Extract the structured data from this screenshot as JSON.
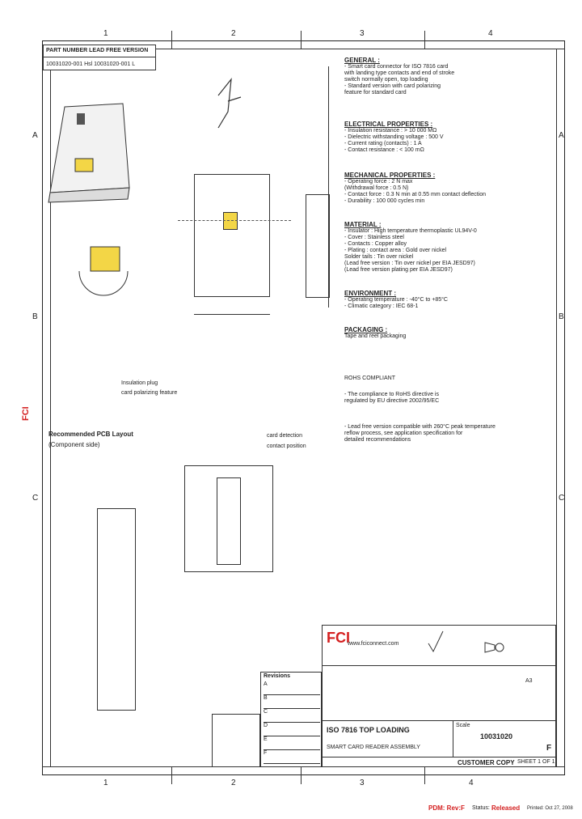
{
  "zones": {
    "top": [
      "1",
      "2",
      "3",
      "4"
    ],
    "bottom": [
      "1",
      "2",
      "3",
      "4"
    ],
    "right": [
      "A",
      "B",
      "C"
    ],
    "left": [
      "A",
      "B",
      "C"
    ]
  },
  "part_table": {
    "header": "PART NUMBER  LEAD FREE VERSION",
    "row": "10031020-001   Hsl 10031020-001 L"
  },
  "notes": {
    "general": {
      "title": "GENERAL :",
      "lines": [
        "- Smart card connector for ISO 7816 card",
        "  with landing type contacts and end of stroke",
        "  switch normally open, top loading",
        "- Standard version with card polarizing",
        "  feature for standard card"
      ]
    },
    "electrical": {
      "title": "ELECTRICAL PROPERTIES :",
      "lines": [
        "- Insulation resistance : > 10 000 MΩ",
        "- Dielectric withstanding voltage : 500 V",
        "- Current rating (contacts) : 1 A",
        "- Contact resistance : < 100 mΩ"
      ]
    },
    "mechanical": {
      "title": "MECHANICAL PROPERTIES :",
      "lines": [
        "- Operating force : 2 N max",
        "                    (Withdrawal force : 0.5 N)",
        "- Contact force : 0.3 N min at 0.55 mm contact deflection",
        "- Durability : 100 000 cycles min"
      ]
    },
    "material": {
      "title": "MATERIAL :",
      "lines": [
        "- Insulator : High temperature thermoplastic UL94V-0",
        "- Cover : Stainless steel",
        "- Contacts : Copper alloy",
        "- Plating : contact area : Gold over nickel",
        "            Solder tails : Tin over nickel",
        "            (Lead free version : Tin over nickel per EIA JESD97)",
        "            (Lead free version plating per EIA JESD97)"
      ]
    },
    "environment": {
      "title": "ENVIRONMENT :",
      "lines": [
        "- Operating temperature : -40°C to +85°C",
        "- Climatic category : IEC 68-1"
      ]
    },
    "packaging": {
      "title": "PACKAGING :",
      "lines": [
        "Tape and reel packaging"
      ]
    },
    "extra": [
      "ROHS COMPLIANT",
      "- The compliance to RoHS directive is",
      "  regulated by EU directive 2002/95/EC",
      "- Lead free version compatible with 260°C peak temperature",
      "  reflow process, see application specification for",
      "  detailed recommendations"
    ]
  },
  "drawing": {
    "recommended_pcb": "Recommended PCB Layout",
    "component_side": "(Component side)",
    "callout_1": "Insulation plug",
    "callout_2": "card polarizing feature",
    "callout_3": "card detection",
    "callout_4": "contact position"
  },
  "title_block": {
    "logo": "FCI",
    "website": "www.fciconnect.com",
    "title": "ISO 7816 TOP LOADING",
    "subtitle": "SMART CARD READER ASSEMBLY",
    "doc_number": "10031020",
    "rev": "F",
    "customer_copy": "CUSTOMER COPY",
    "sheet": "SHEET 1 OF 1",
    "scale": "Scale",
    "size": "A3"
  },
  "revisions": {
    "header": "Revisions",
    "rows": [
      "A",
      "B",
      "C",
      "D",
      "E",
      "F"
    ]
  },
  "footer": {
    "pdm": "PDM: Rev:F",
    "status_label": "Status:",
    "status_value": "Released",
    "printed": "Printed: Oct 27, 2008"
  },
  "colors": {
    "accent_red": "#d42020",
    "highlight_yellow": "#f3d646"
  },
  "icons": [
    "fci-logo-icon",
    "surface-finish-icon",
    "projection-icon"
  ]
}
